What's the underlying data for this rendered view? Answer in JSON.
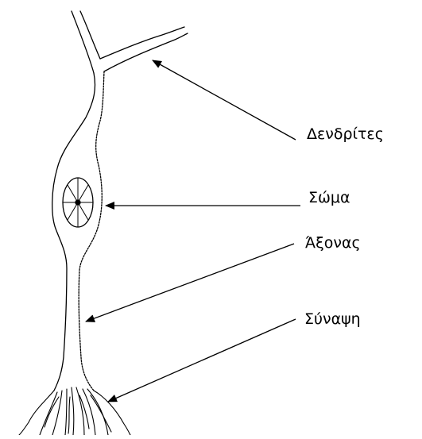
{
  "labels": {
    "dendrites": "Δενδρίτες",
    "soma": "Σώμα",
    "axon": "Άξονας",
    "synapse": "Σύναψη"
  },
  "colors": {
    "line": "#000000",
    "background": "#ffffff"
  }
}
